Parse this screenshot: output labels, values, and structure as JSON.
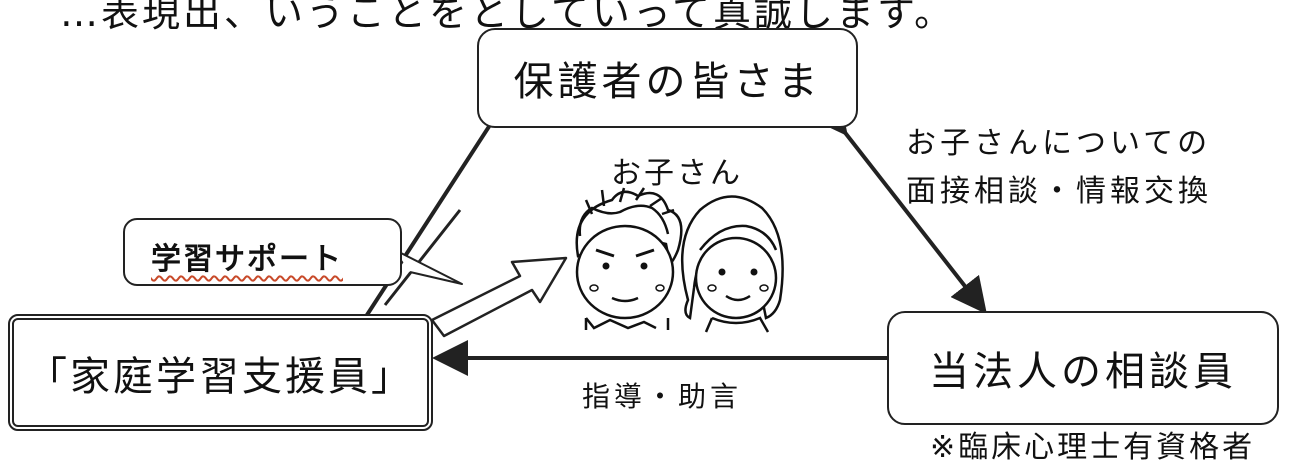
{
  "header_fragment": "…表現出、いうことをとしていって真誠します。",
  "nodes": {
    "guardians": "保護者の皆さま",
    "tutor": "「家庭学習支援員」",
    "counselor": "当法人の相談員"
  },
  "children_label": "お子さん",
  "callout_label": "学習サポート",
  "edge_labels": {
    "consultation_line1": "お子さんについての",
    "consultation_line2": "面接相談・情報交換",
    "guidance": "指導・助言"
  },
  "footnote": "※臨床心理士有資格者",
  "colors": {
    "stroke": "#222222",
    "text": "#111111",
    "underline": "#c84a2a"
  }
}
